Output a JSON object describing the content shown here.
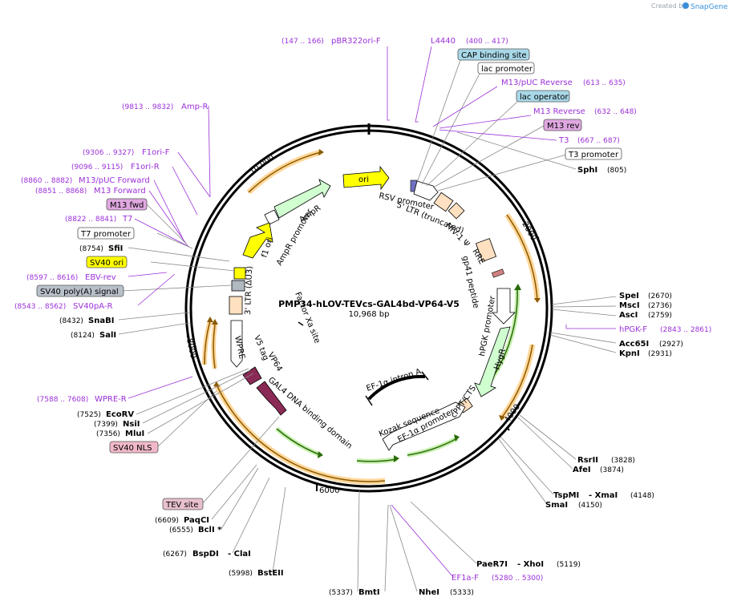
{
  "header": {
    "credit_prefix": "Created by",
    "credit_brand": "SnapGene"
  },
  "plasmid": {
    "name": "PMP34-hLOV-TEVcs-GAL4bd-VP64-V5",
    "size": "10,968 bp"
  },
  "ticks": [
    "2000",
    "4000",
    "6000",
    "8000",
    "10,000"
  ],
  "top_labels": [
    {
      "range": "(147 .. 166)",
      "name": "pBR322ori-F"
    },
    {
      "name": "L4440",
      "range": "(400 .. 417)"
    }
  ],
  "right_labels": [
    {
      "text": "CAP binding site"
    },
    {
      "text": "lac promoter"
    },
    {
      "text": "M13/pUC Reverse",
      "range": "(613 .. 635)"
    },
    {
      "text": "lac operator"
    },
    {
      "text": "M13 Reverse",
      "range": "(632 .. 648)"
    },
    {
      "text": "M13 rev"
    },
    {
      "text": "T3",
      "range": "(667 .. 687)"
    },
    {
      "text": "T3 promoter"
    },
    {
      "enzyme": "SphI",
      "pos": "(805)"
    },
    {
      "enzyme": "SpeI",
      "pos": "(2670)"
    },
    {
      "enzyme": "MscI",
      "pos": "(2736)"
    },
    {
      "enzyme": "AscI",
      "pos": "(2759)"
    },
    {
      "text": "hPGK-F",
      "range": "(2843 .. 2861)"
    },
    {
      "enzyme": "Acc65I",
      "pos": "(2927)"
    },
    {
      "enzyme": "KpnI",
      "pos": "(2931)"
    },
    {
      "enzyme": "RsrII",
      "pos": "(3828)"
    },
    {
      "enzyme": "AfeI",
      "pos": "(3874)"
    },
    {
      "enzyme": "TspMI",
      "enzyme2": "- XmaI",
      "pos": "(4148)"
    },
    {
      "enzyme": "SmaI",
      "pos": "(4150)"
    },
    {
      "enzyme": "PaeR7I",
      "enzyme2": "- XhoI",
      "pos": "(5119)"
    },
    {
      "text": "EF1a-F",
      "range": "(5280 .. 5300)"
    },
    {
      "enzyme": "NheI",
      "pos": "(5333)"
    }
  ],
  "left_labels": [
    {
      "range": "(9813 .. 9832)",
      "text": "Amp-R"
    },
    {
      "range": "(9306 .. 9327)",
      "text": "F1ori-F"
    },
    {
      "range": "(9096 .. 9115)",
      "text": "F1ori-R"
    },
    {
      "range": "(8860 .. 8882)",
      "text": "M13/pUC Forward"
    },
    {
      "range": "(8851 .. 8868)",
      "text": "M13 Forward"
    },
    {
      "text": "M13 fwd"
    },
    {
      "range": "(8822 .. 8841)",
      "text": "T7"
    },
    {
      "text": "T7 promoter"
    },
    {
      "pos": "(8754)",
      "enzyme": "SfiI"
    },
    {
      "text": "SV40 ori"
    },
    {
      "range": "(8597 .. 8616)",
      "text": "EBV-rev"
    },
    {
      "text": "SV40 poly(A) signal"
    },
    {
      "range": "(8543 .. 8562)",
      "text": "SV40pA-R"
    },
    {
      "pos": "(8432)",
      "enzyme": "SnaBI"
    },
    {
      "pos": "(8124)",
      "enzyme": "SalI"
    },
    {
      "range": "(7588 .. 7608)",
      "text": "WPRE-R"
    },
    {
      "pos": "(7525)",
      "enzyme": "EcoRV"
    },
    {
      "pos": "(7399)",
      "enzyme": "NsiI"
    },
    {
      "pos": "(7356)",
      "enzyme": "MluI"
    },
    {
      "text": "SV40 NLS"
    },
    {
      "text": "TEV site"
    },
    {
      "pos": "(6609)",
      "enzyme": "PaqCI"
    },
    {
      "pos": "(6555)",
      "enzyme": "BclI *"
    },
    {
      "pos": "(6267)",
      "enzyme": "BspDI",
      "enzyme2": "- ClaI"
    },
    {
      "pos": "(5998)",
      "enzyme": "BstEII"
    },
    {
      "pos": "(5337)",
      "enzyme": "BmtI"
    }
  ],
  "inner_labels": {
    "ori": "ori",
    "rsv": "RSV promoter",
    "ltr5": "5' LTR (truncated)",
    "hiv": "HIV-1 Ψ",
    "rre": "RRE",
    "gp41": "gp41 peptide",
    "hpgk": "hPGK promoter",
    "hygr": "HygR",
    "cppt": "cPPT/CTS",
    "ef1ai": "EF-1α intron A",
    "kozak": "Kozak sequence",
    "ef1ap": "EF-1α promoter",
    "gal4": "GAL4 DNA binding domain",
    "vp64": "VP64",
    "v5": "V5 tag",
    "wpre": "WPRE",
    "ltr3": "3' LTR (ΔU3)",
    "f1": "f1 ori",
    "ampprom": "AmpR promoter",
    "ampr": "AmpR",
    "factor": "Factor Xa site"
  },
  "colors": {
    "backbone": "#000000",
    "purple": "#9b30d9",
    "orf_fill": "#ffe0b0",
    "orf_stroke": "#c88020",
    "promoter_fill": "#ffffff",
    "green": "#3a8a0e",
    "ori_yellow": "#ffff00",
    "gal4_maroon": "#8a2a55"
  }
}
